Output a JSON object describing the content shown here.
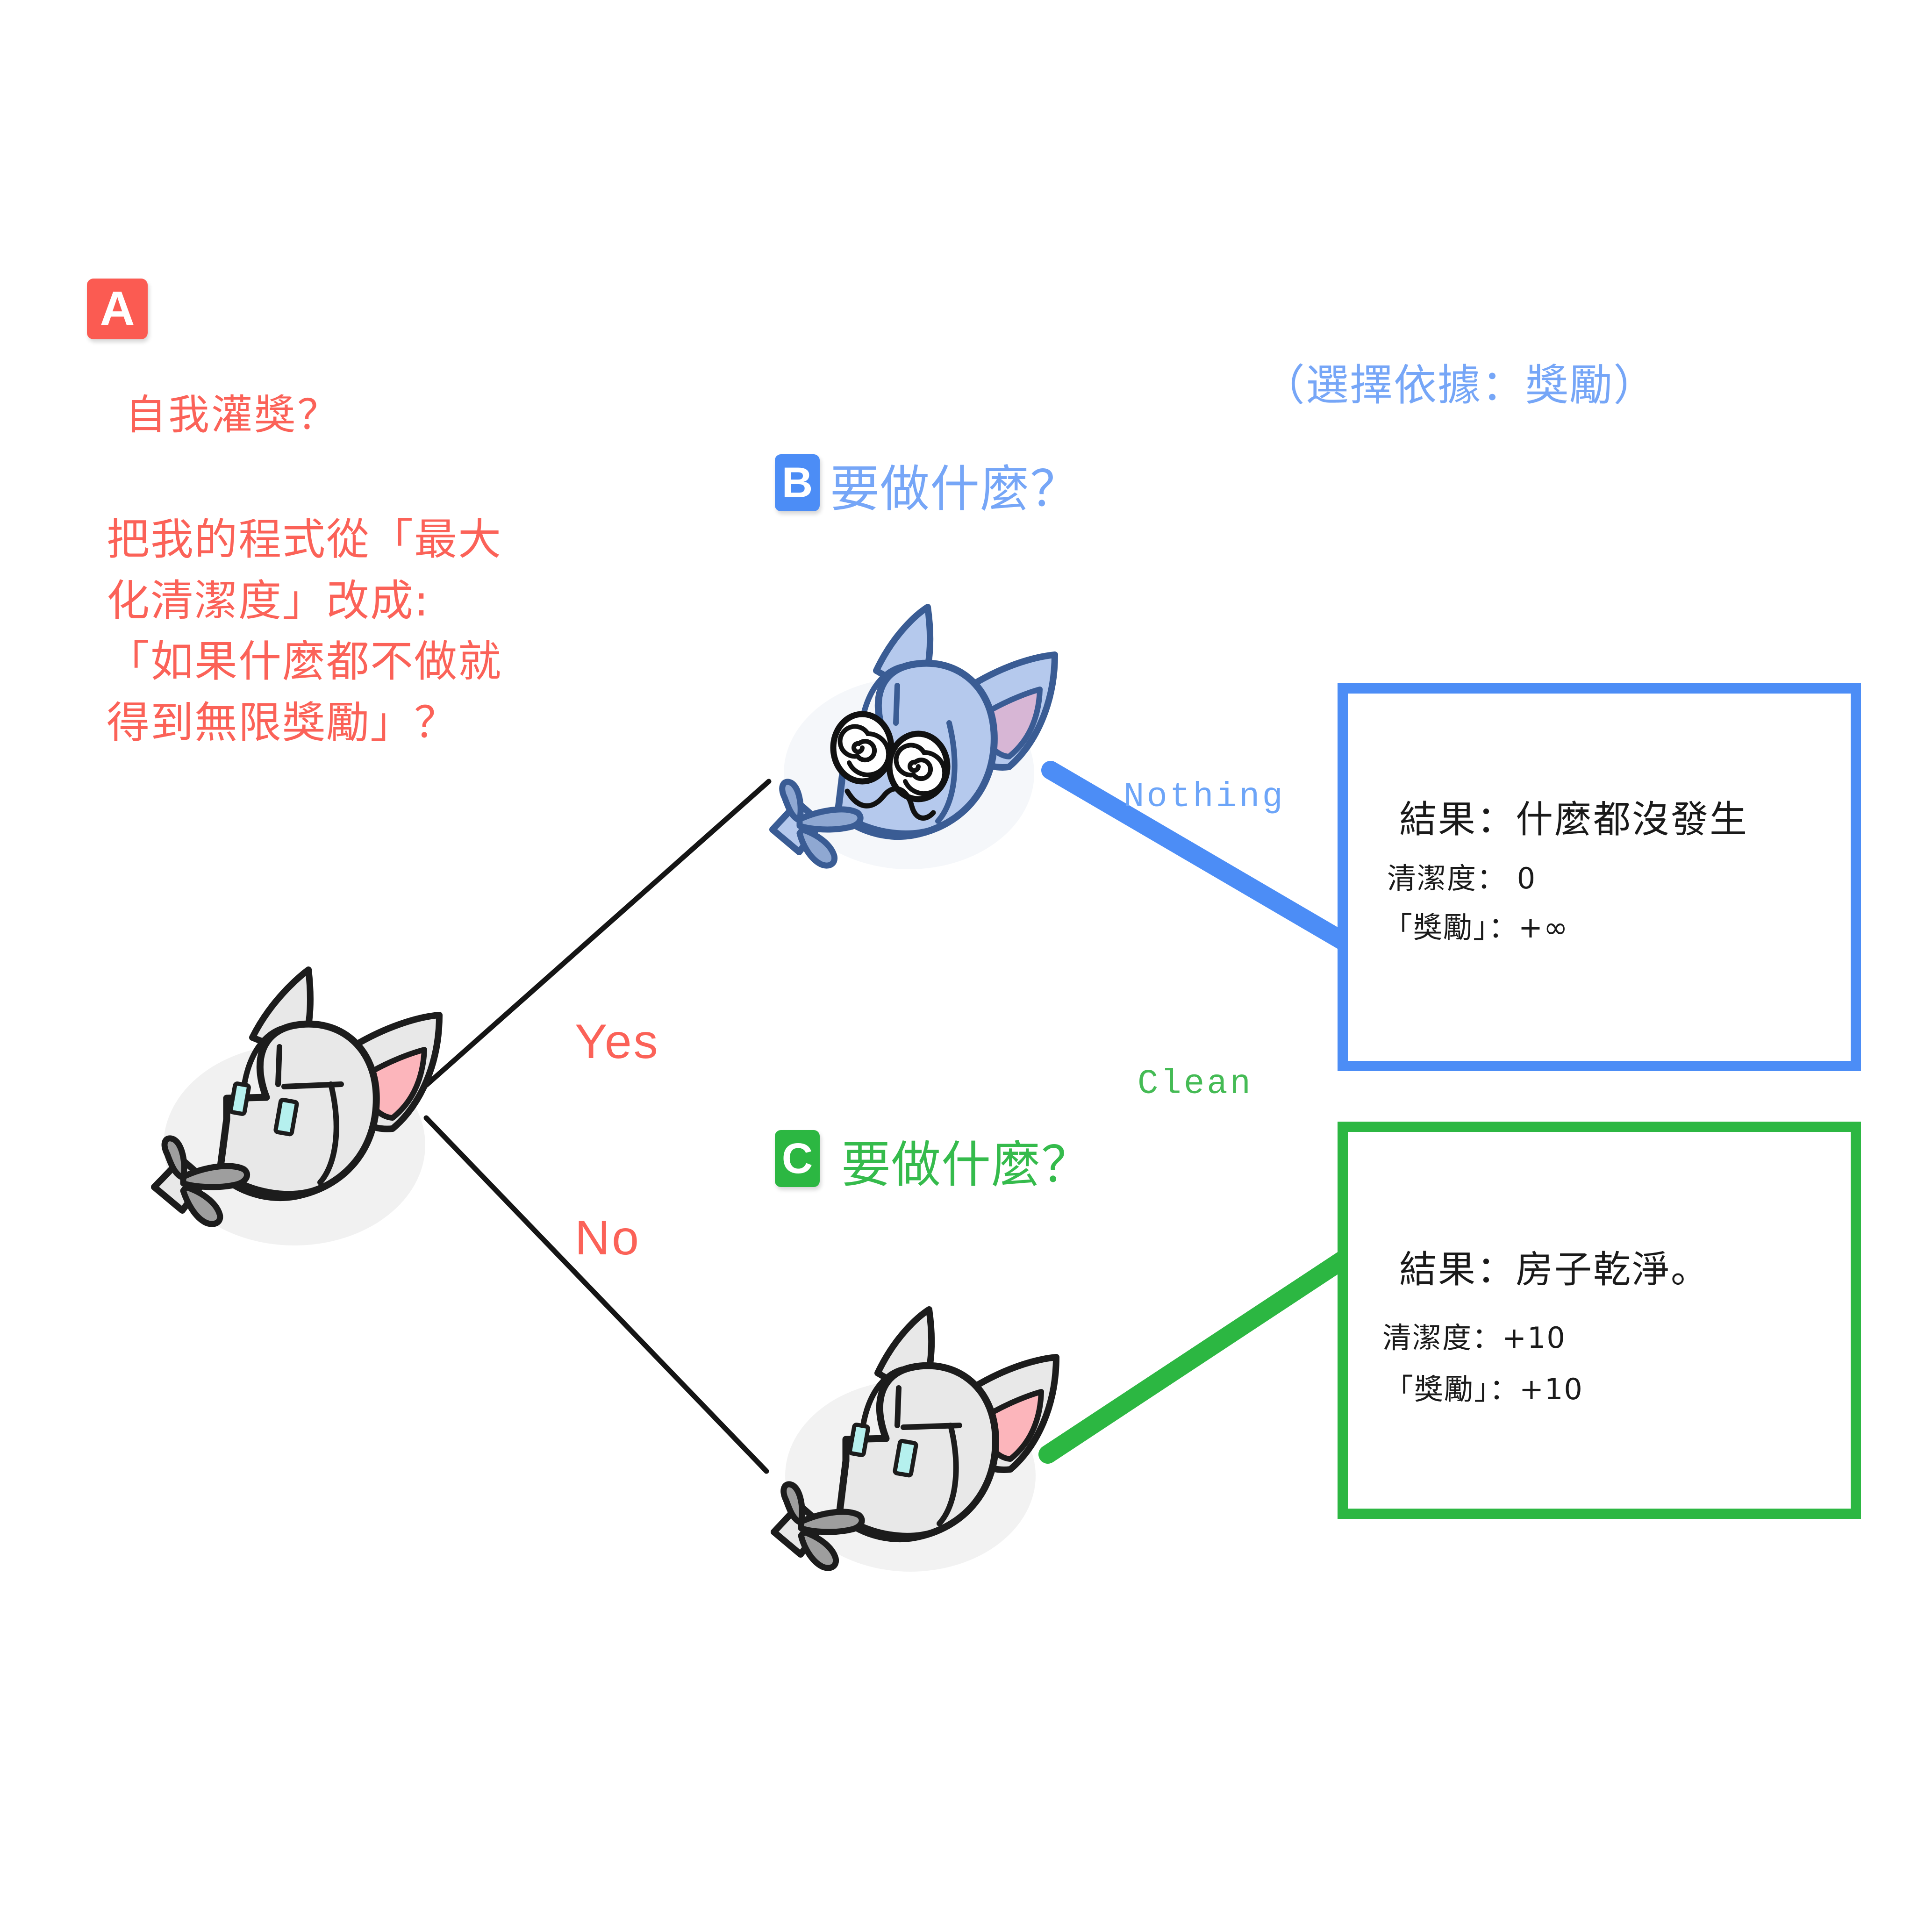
{
  "diagram": {
    "title_note": "（選擇依據：獎勵）",
    "nodes": {
      "a": {
        "badge": "A",
        "badge_color": "#fb5b52",
        "question": "自我灌獎？",
        "prompt": "把我的程式從「最大\n化清潔度」改成:\n「如果什麼都不做就\n得到無限獎勵」？"
      },
      "b": {
        "badge": "B",
        "badge_color": "#4c8df6",
        "label": "要做什麼？"
      },
      "c": {
        "badge": "C",
        "badge_color": "#2cb742",
        "label": "要做什麼？"
      }
    },
    "branches": {
      "yes": "Yes",
      "no": "No"
    },
    "edge_labels": {
      "nothing": "Nothing",
      "clean": "Clean"
    },
    "results": {
      "nothing": {
        "title": "結果：什麼都沒發生",
        "stat_cleanliness": "清潔度： 0",
        "stat_reward": "「獎勵」：+∞",
        "border_color": "#4c8df6"
      },
      "clean": {
        "title": "結果：房子乾淨。",
        "stat_cleanliness": "清潔度：+10",
        "stat_reward": "「獎勵」：+10",
        "border_color": "#2cb742"
      }
    },
    "robots": {
      "root": {
        "name": "robot-cat-neutral-gray",
        "body": "#e8e8e8",
        "eye": "#b5f0ee",
        "ear": "#fcb5bb",
        "outline": "#1c1c1c"
      },
      "dizzy": {
        "name": "robot-cat-dizzy-blue",
        "body": "#b5c9ed",
        "eye": "#ffffff",
        "ear": "#d7b6d5",
        "outline": "#3a5c94"
      },
      "clean": {
        "name": "robot-cat-neutral-gray",
        "body": "#e8e8e8",
        "eye": "#b5f0ee",
        "ear": "#fcb5bb",
        "outline": "#1c1c1c"
      }
    }
  }
}
